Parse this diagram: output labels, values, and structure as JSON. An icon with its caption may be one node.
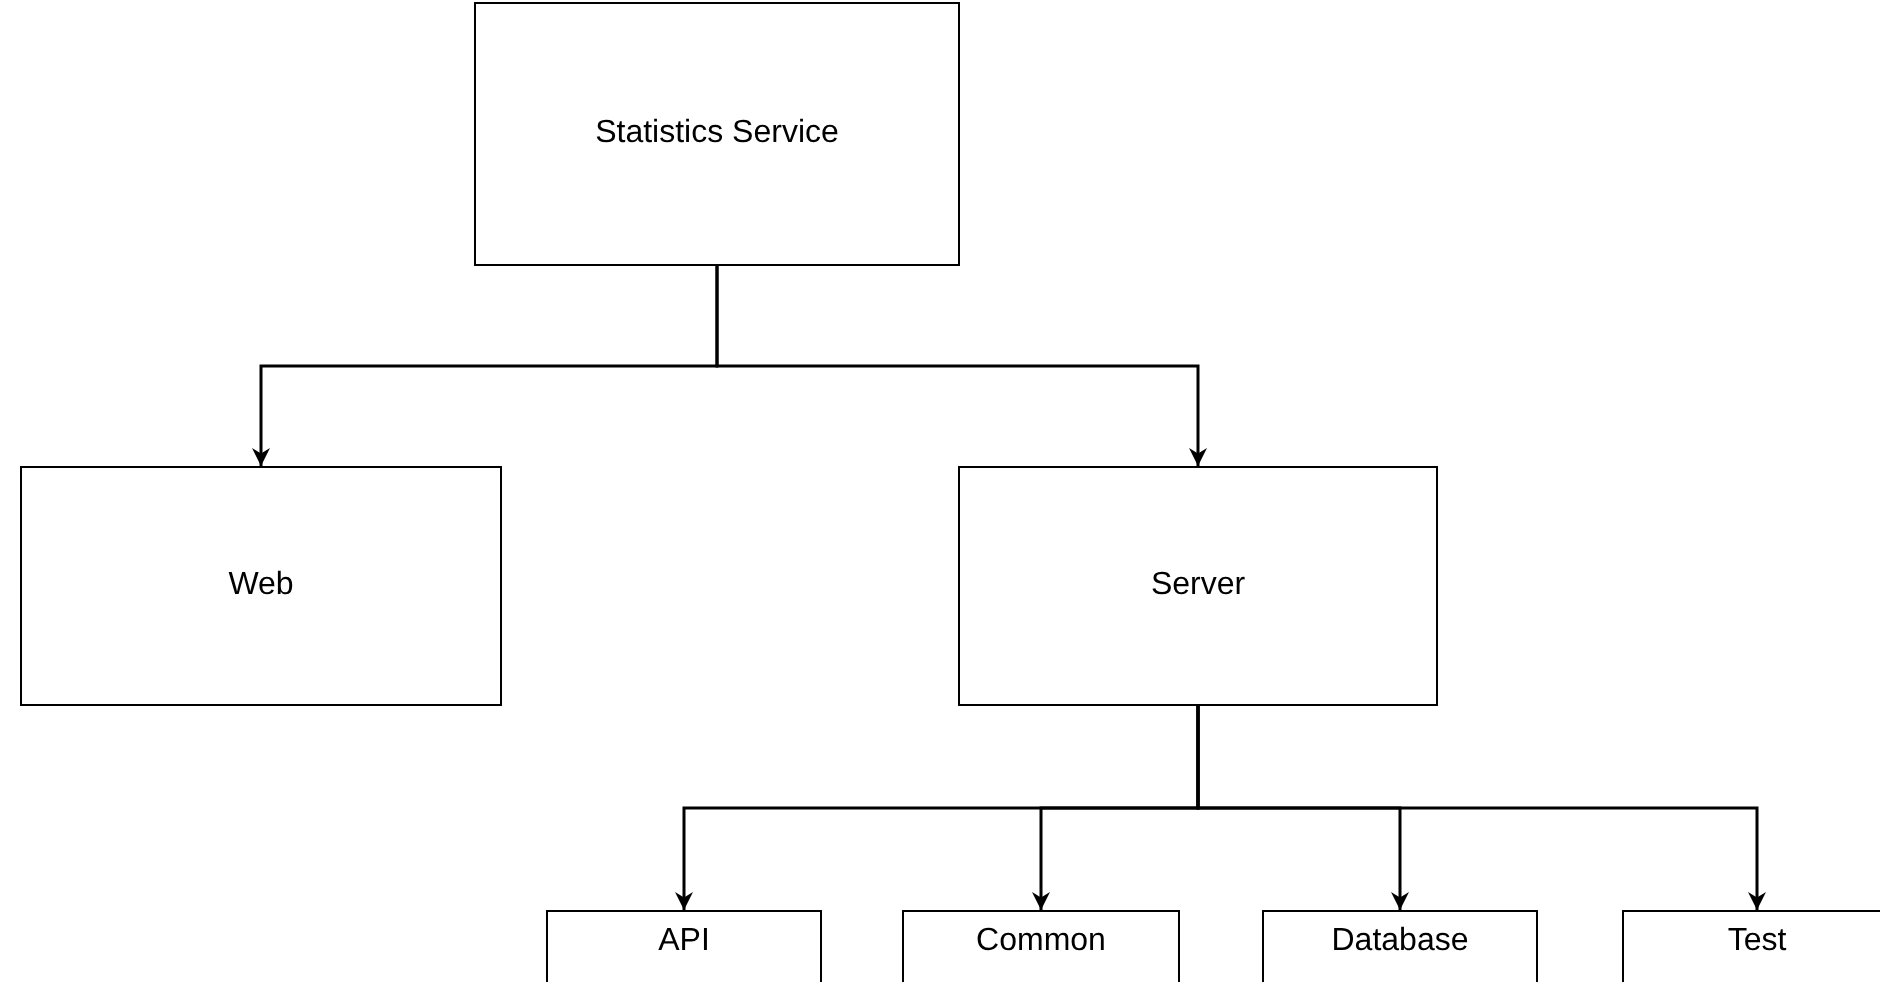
{
  "diagram": {
    "nodes": [
      {
        "text": [
          "Statistics Service"
        ]
      },
      {
        "text": [
          "Web"
        ]
      },
      {
        "text": [
          "Server"
        ]
      },
      {
        "text": [
          "API"
        ]
      },
      {
        "text": [
          "Common"
        ]
      },
      {
        "text": [
          "Database"
        ]
      },
      {
        "text": [
          "Test"
        ]
      }
    ],
    "edges": [
      {
        "from": 0,
        "to": 1,
        "arrow": "to"
      },
      {
        "from": 0,
        "to": 2,
        "arrow": "to"
      },
      {
        "from": 2,
        "to": 3,
        "arrow": "to"
      },
      {
        "from": 2,
        "to": 4,
        "arrow": "to"
      },
      {
        "from": 2,
        "to": 5,
        "arrow": "to"
      },
      {
        "from": 2,
        "to": 6,
        "arrow": "to"
      }
    ]
  }
}
